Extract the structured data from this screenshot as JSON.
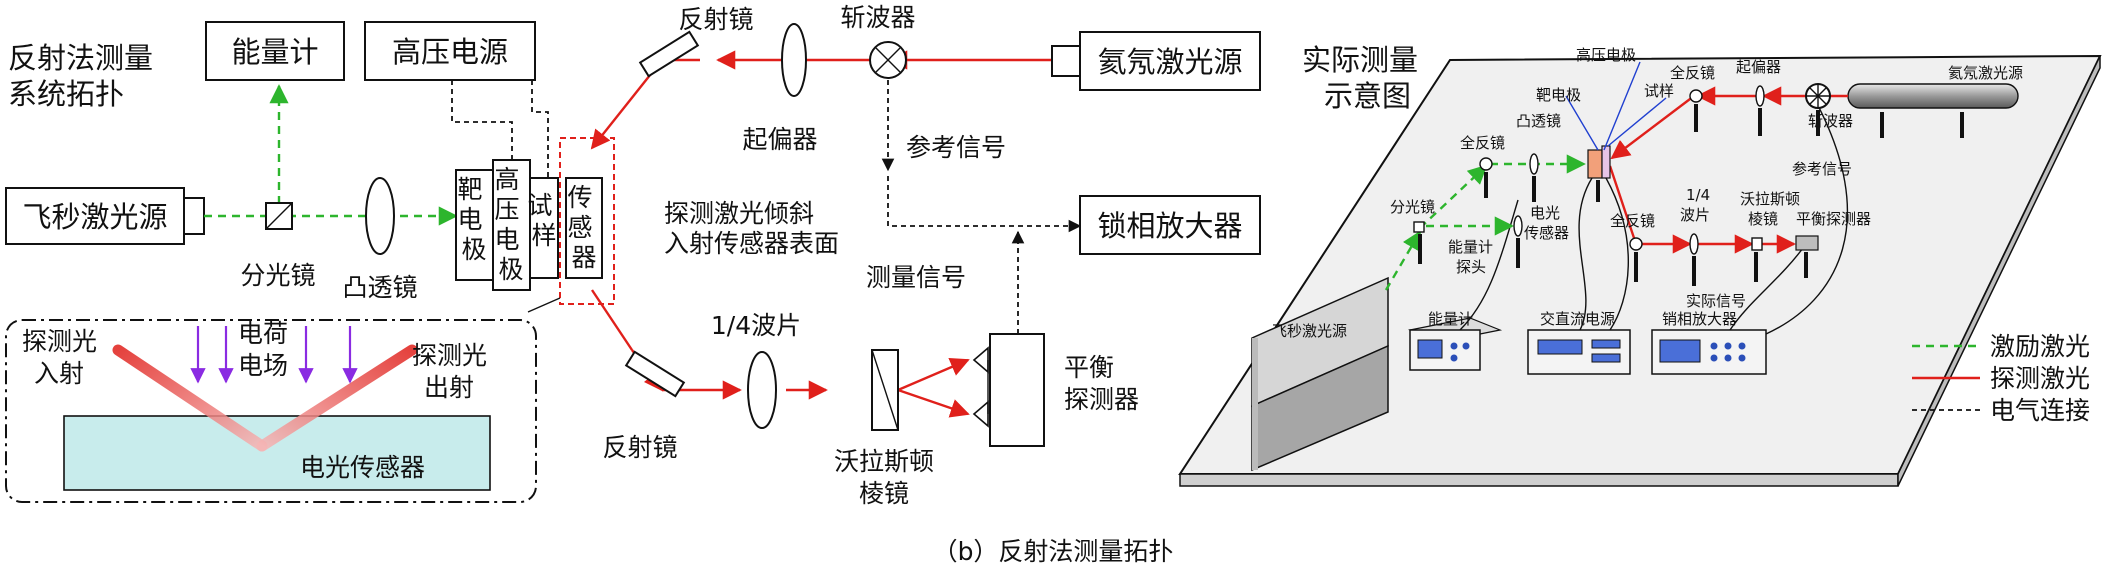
{
  "left": {
    "title_line1": "反射法测量",
    "title_line2": "系统拓扑",
    "energy_meter": "能量计",
    "hv_supply": "高压电源",
    "fs_laser": "飞秒激光源",
    "beam_splitter": "分光镜",
    "convex_lens": "凸透镜",
    "target_electrode": "靶电极",
    "hv_electrode": "高压电极",
    "sample": "试样",
    "sensor": "传感器",
    "mirror_top": "反射镜",
    "chopper": "斩波器",
    "polarizer": "起偏器",
    "ar_laser": "氦氖激光源",
    "ref_signal": "参考信号",
    "oblique_line1": "探测激光倾斜",
    "oblique_line2": "入射传感器表面",
    "lockin": "锁相放大器",
    "meas_signal": "测量信号",
    "quarter_wave": "1/4波片",
    "mirror_bottom": "反射镜",
    "wollaston_line1": "沃拉斯顿",
    "wollaston_line2": "棱镜",
    "balanced_line1": "平衡",
    "balanced_line2": "探测器",
    "inset_probe_in_line1": "探测光",
    "inset_probe_in_line2": "入射",
    "inset_field_line1": "电荷",
    "inset_field_line2": "电场",
    "inset_probe_out_line1": "探测光",
    "inset_probe_out_line2": "出射",
    "inset_eo_sensor": "电光传感器"
  },
  "right": {
    "title_line1": "实际测量",
    "title_line2": "示意图",
    "hv_electrode": "高压电极",
    "full_mirror_top": "全反镜",
    "polarizer": "起偏器",
    "ar_laser": "氦氖激光源",
    "target_electrode": "靶电极",
    "sample": "试样",
    "convex_lens": "凸透镜",
    "full_mirror_left": "全反镜",
    "chopper": "斩波器",
    "beam_splitter": "分光镜",
    "eo_sensor_line1": "电光",
    "eo_sensor_line2": "传感器",
    "ref_signal": "参考信号",
    "quarter_wave_line1": "1/4",
    "quarter_wave_line2": "波片",
    "full_mirror_mid": "全反镜",
    "wollaston_line1": "沃拉斯顿",
    "wollaston_line2": "棱镜",
    "balanced": "平衡探测器",
    "energy_probe_line1": "能量计",
    "energy_probe_line2": "探头",
    "actual_signal": "实际信号",
    "fs_laser": "飞秒激光源",
    "energy_meter": "能量计",
    "acdc_supply": "交直流电源",
    "lockin": "销相放大器"
  },
  "legend": {
    "excite": "激励激光",
    "probe": "探测激光",
    "electric": "电气连接"
  },
  "caption": "（b）反射法测量拓扑",
  "colors": {
    "probe_laser": "#e0201b",
    "excite_laser": "#2db52d",
    "field_arrow": "#8a2be2",
    "sensor_fill": "#c8ecec"
  }
}
